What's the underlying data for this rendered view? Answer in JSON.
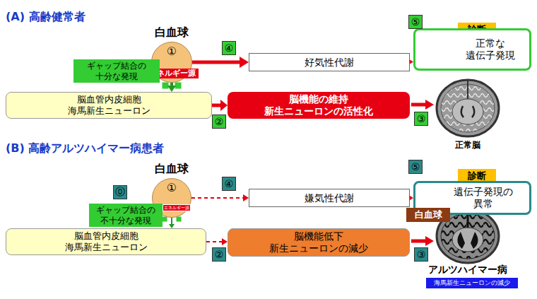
{
  "diagram": {
    "nodes": [
      {
        "text": [
          "白血球",
          "①"
        ]
      },
      {
        "text": [
          "エネルギー源"
        ],
        "in": 0
      },
      {
        "text": [
          "ギャップ結合の 十分な発現"
        ]
      },
      {
        "text": [
          "脳血管内皮細胞 海馬新生ニューロン"
        ]
      },
      {
        "text": [
          "好気性代謝"
        ]
      },
      {
        "text": [
          "脳機能の維持 新生ニューロンの活性化"
        ]
      },
      {
        "text": [
          "診断"
        ]
      },
      {
        "text": [
          "白血球"
        ]
      },
      {
        "text": [
          "正常な 遺伝子発現"
        ]
      },
      {
        "text": [
          "白血球",
          "①"
        ]
      },
      {
        "text": [
          "エネルギー源"
        ],
        "in": 9
      },
      {
        "text": [
          "ギャップ結合の 不十分な発現"
        ]
      },
      {
        "text": [
          "脳血管内皮細胞 海馬新生ニューロン"
        ]
      },
      {
        "text": [
          "嫌気性代謝"
        ]
      },
      {
        "text": [
          "脳機能低下 新生ニューロンの減少"
        ]
      },
      {
        "text": [
          "診断"
        ]
      },
      {
        "text": [
          "遺伝子発現の 異常"
        ]
      },
      {
        "text": [
          "白血球"
        ]
      },
      {
        "text": [
          "海馬新生ニューロンの減少"
        ]
      }
    ],
    "edges": [
      {
        "from": 0,
        "to": 4,
        "arrow": "to"
      },
      {
        "from": 4,
        "to": 8,
        "arrow": "to"
      },
      {
        "from": 0,
        "to": 3,
        "arrow": "to"
      },
      {
        "from": 3,
        "to": 5,
        "arrow": "to"
      },
      {
        "from": 9,
        "to": 13,
        "arrow": "to"
      },
      {
        "from": 13,
        "to": 16,
        "arrow": "to"
      },
      {
        "from": 9,
        "to": 12,
        "arrow": "to"
      },
      {
        "from": 12,
        "to": 14,
        "arrow": "to"
      }
    ],
    "labels": [
      "(A) 高齢健常者",
      "②",
      "③",
      "④",
      "⑤",
      "正常脳",
      "(B) 高齢アルツハイマー病患者",
      "⓪",
      "②",
      "③",
      "④",
      "⑤",
      "アルツハイマー病"
    ]
  }
}
